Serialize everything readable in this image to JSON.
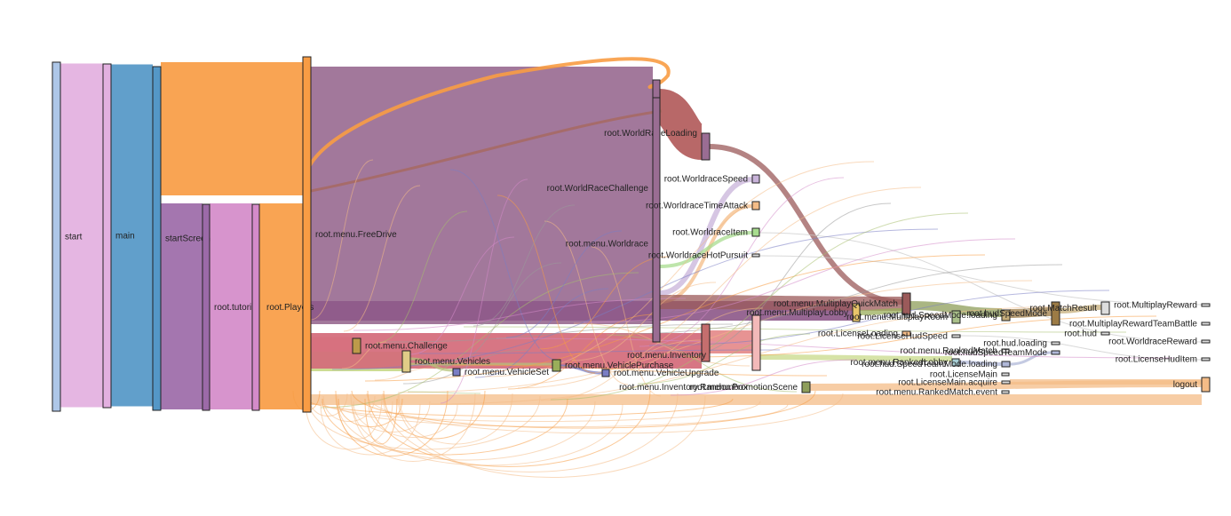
{
  "chart_data": {
    "type": "sankey",
    "nodes": [
      {
        "id": "start",
        "label": "start",
        "color": "#aec7e8"
      },
      {
        "id": "main",
        "label": "main",
        "color": "#e3b0e0"
      },
      {
        "id": "startScreen",
        "label": "startScreen",
        "color": "#5497c7"
      },
      {
        "id": "tutorial",
        "label": "root.tutorial",
        "color": "#9c6aa8"
      },
      {
        "id": "players",
        "label": "root.Players",
        "color": "#d48bc9"
      },
      {
        "id": "freedrive",
        "label": "root.menu.FreeDrive",
        "color": "#f89c44"
      },
      {
        "id": "worldraceLoading",
        "label": "root.WorldRaceLoading",
        "color": "#9a6d93"
      },
      {
        "id": "worldraceChallenge",
        "label": "root.WorldRaceChallenge",
        "color": "#9a6d93"
      },
      {
        "id": "menuWorldrace",
        "label": "root.menu.Worldrace",
        "color": "#9a6d93"
      },
      {
        "id": "worldraceSpeed",
        "label": "root.WorldraceSpeed",
        "color": "#c8b3d9"
      },
      {
        "id": "worldraceTimeAttack",
        "label": "root.WorldraceTimeAttack",
        "color": "#f4bc87"
      },
      {
        "id": "worldraceItem",
        "label": "root.WorldraceItem",
        "color": "#a8dc8f"
      },
      {
        "id": "worldraceHotPursuit",
        "label": "root.WorldraceHotPursuit",
        "color": "#dddddd"
      },
      {
        "id": "challenge",
        "label": "root.menu.Challenge",
        "color": "#bd9a4a"
      },
      {
        "id": "vehicles",
        "label": "root.menu.Vehicles",
        "color": "#e0cc87"
      },
      {
        "id": "vehicleSet",
        "label": "root.menu.VehicleSet",
        "color": "#7a7ec4"
      },
      {
        "id": "vehiclePurchase",
        "label": "root.menu.VehiclePurchase",
        "color": "#9aae5a"
      },
      {
        "id": "vehicleUpgrade",
        "label": "root.menu.VehicleUpgrade",
        "color": "#7a7ec4"
      },
      {
        "id": "inventory",
        "label": "root.menu.Inventory",
        "color": "#c56e6e"
      },
      {
        "id": "randombox",
        "label": "root.menu.Inventory.Randombox",
        "color": "#f3b9b9"
      },
      {
        "id": "promotionScene",
        "label": "root.menu.PromotionScene",
        "color": "#8e9e5a"
      },
      {
        "id": "multiplayLobby",
        "label": "root.menu.MultiplayLobby",
        "color": "#e9c56a"
      },
      {
        "id": "quickMatch",
        "label": "root.menu.MultiplayQuickMatch",
        "color": "#9b5a5a"
      },
      {
        "id": "multiplayRoom",
        "label": "root.menu.MultiplayRoom",
        "color": "#aac08a"
      },
      {
        "id": "licenseLoading",
        "label": "root.LicenseLoading",
        "color": "#f4bc87"
      },
      {
        "id": "licenseHudSpeed",
        "label": "root.LicenseHudSpeed",
        "color": "#dddddd"
      },
      {
        "id": "rankedLobby",
        "label": "root.menu.RankedLobby",
        "color": "#a8cfd6"
      },
      {
        "id": "rankedMatch",
        "label": "root.menu.RankedMatch",
        "color": "#dddddd"
      },
      {
        "id": "licenseMain",
        "label": "root.LicenseMain",
        "color": "#dddddd"
      },
      {
        "id": "rankedMatchEvent",
        "label": "root.menu.RankedMatch.event",
        "color": "#dddddd"
      },
      {
        "id": "speedModeLoading",
        "label": "root.hud.SpeedMode.loading",
        "color": "#c5ad7a"
      },
      {
        "id": "speedTeamModeLoading",
        "label": "root.hud.SpeedTeamMode.loading",
        "color": "#b0b8d8"
      },
      {
        "id": "licenseMainAcquire",
        "label": "root.LicenseMain.acquire",
        "color": "#dddddd"
      },
      {
        "id": "hudSpeedMode",
        "label": "root.hudSpeedMode",
        "color": "#9c7b45"
      },
      {
        "id": "hudLoading",
        "label": "root.hud.loading",
        "color": "#dddddd"
      },
      {
        "id": "hudSpeedTeamMode",
        "label": "root.hudSpeedTeamMode",
        "color": "#b0b8d8"
      },
      {
        "id": "matchResult",
        "label": "root.MatchResult",
        "color": "#dddddd"
      },
      {
        "id": "hud",
        "label": "root.hud",
        "color": "#dddddd"
      },
      {
        "id": "multiplayReward",
        "label": "root.MultiplayReward",
        "color": "#dddddd"
      },
      {
        "id": "multiplayRewardTeam",
        "label": "root.MultiplayRewardTeamBattle",
        "color": "#dddddd"
      },
      {
        "id": "worldraceReward",
        "label": "root.WorldraceReward",
        "color": "#dddddd"
      },
      {
        "id": "licenseHudItem",
        "label": "root.LicenseHudItem",
        "color": "#dddddd"
      },
      {
        "id": "logout",
        "label": "logout",
        "color": "#f4bc87"
      }
    ],
    "links": [
      {
        "source": "start",
        "target": "main",
        "value": 100,
        "color": "#e3b0e0"
      },
      {
        "source": "main",
        "target": "startScreen",
        "value": 98,
        "color": "#5497c7"
      },
      {
        "source": "startScreen",
        "target": "freedrive",
        "value": 40,
        "color": "#f89c44"
      },
      {
        "source": "startScreen",
        "target": "tutorial",
        "value": 58,
        "color": "#9c6aa8"
      },
      {
        "source": "tutorial",
        "target": "players",
        "value": 58,
        "color": "#d48bc9"
      },
      {
        "source": "players",
        "target": "freedrive",
        "value": 58,
        "color": "#f89c44"
      },
      {
        "source": "freedrive",
        "target": "menuWorldrace",
        "value": 72,
        "color": "#9a6d93"
      },
      {
        "source": "freedrive",
        "target": "challenge",
        "value": 4,
        "color": "#f4a5a5"
      },
      {
        "source": "freedrive",
        "target": "vehicles",
        "value": 3,
        "color": "#c8d98a"
      },
      {
        "source": "freedrive",
        "target": "inventory",
        "value": 5,
        "color": "#d46a7a"
      },
      {
        "source": "freedrive",
        "target": "multiplayLobby",
        "value": 4,
        "color": "#8e5a8a"
      },
      {
        "source": "freedrive",
        "target": "logout",
        "value": 3,
        "color": "#f4bc87"
      },
      {
        "source": "menuWorldrace",
        "target": "worldraceLoading",
        "value": 10,
        "color": "#b25b5b"
      },
      {
        "source": "menuWorldrace",
        "target": "worldraceSpeed",
        "value": 3,
        "color": "#c8b3d9"
      },
      {
        "source": "menuWorldrace",
        "target": "worldraceTimeAttack",
        "value": 2,
        "color": "#f4bc87"
      },
      {
        "source": "menuWorldrace",
        "target": "worldraceItem",
        "value": 2,
        "color": "#a8dc8f"
      },
      {
        "source": "menuWorldrace",
        "target": "quickMatch",
        "value": 3,
        "color": "#9b5a5a"
      },
      {
        "source": "worldraceLoading",
        "target": "quickMatch",
        "value": 2,
        "color": "#9b5a5a"
      },
      {
        "source": "inventory",
        "target": "randombox",
        "value": 3,
        "color": "#e58a8a"
      },
      {
        "source": "multiplayLobby",
        "target": "quickMatch",
        "value": 3,
        "color": "#9aae5a"
      },
      {
        "source": "quickMatch",
        "target": "speedModeLoading",
        "value": 4,
        "color": "#8e9e5a"
      },
      {
        "source": "speedModeLoading",
        "target": "hudSpeedMode",
        "value": 3,
        "color": "#9c7b45"
      },
      {
        "source": "hudSpeedMode",
        "target": "matchResult",
        "value": 2,
        "color": "#c5ad7a"
      },
      {
        "source": "randombox",
        "target": "rankedLobby",
        "value": 2,
        "color": "#c8d98a"
      },
      {
        "source": "rankedLobby",
        "target": "speedTeamModeLoading",
        "value": 1,
        "color": "#b0b8d8"
      },
      {
        "source": "speedTeamModeLoading",
        "target": "hudSpeedTeamMode",
        "value": 1,
        "color": "#b0b8d8"
      },
      {
        "source": "promotionScene",
        "target": "logout",
        "value": 3,
        "color": "#f4bc87"
      },
      {
        "source": "licenseMainAcquire",
        "target": "logout",
        "value": 2,
        "color": "#f4bc87"
      },
      {
        "source": "vehicles",
        "target": "vehicleSet",
        "value": 1,
        "color": "#b5c27a"
      },
      {
        "source": "vehicles",
        "target": "vehiclePurchase",
        "value": 1,
        "color": "#b5c27a"
      },
      {
        "source": "vehiclePurchase",
        "target": "vehicleUpgrade",
        "value": 1,
        "color": "#7a7ec4"
      },
      {
        "source": "worldraceHotPursuit",
        "target": "multiplayReward",
        "value": 0.5,
        "color": "#cccccc"
      },
      {
        "source": "worldraceItem",
        "target": "worldraceReward",
        "value": 0.5,
        "color": "#cccccc"
      },
      {
        "source": "licenseHudSpeed",
        "target": "licenseHudItem",
        "value": 0.5,
        "color": "#cccccc"
      }
    ]
  }
}
